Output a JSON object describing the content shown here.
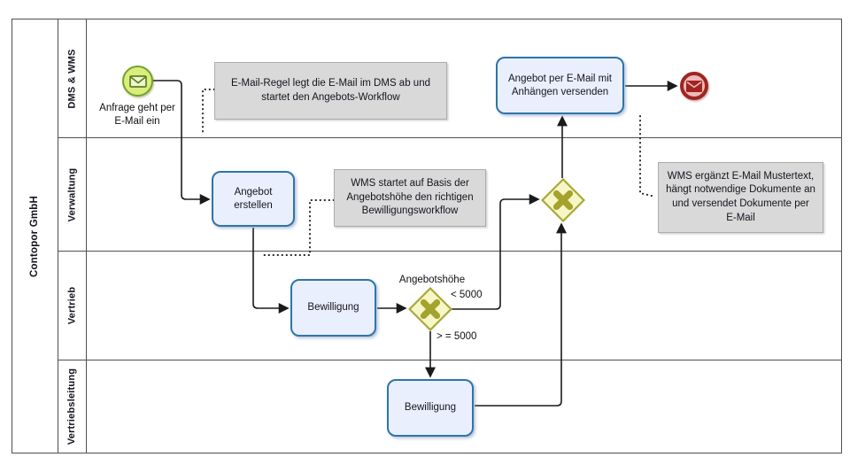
{
  "pool": {
    "title": "Contopor GmbH"
  },
  "lanes": [
    {
      "label": "DMS & WMS"
    },
    {
      "label": "Verwaltung"
    },
    {
      "label": "Vertrieb"
    },
    {
      "label": "Vertriebsleitung"
    }
  ],
  "nodes": {
    "start_event": {
      "type": "message-start-event",
      "label": "Anfrage geht per E-Mail ein"
    },
    "end_event": {
      "type": "message-end-event"
    },
    "task_angebot_erstellen": {
      "label": "Angebot erstellen"
    },
    "task_bewilligung_vertrieb": {
      "label": "Bewilligung"
    },
    "task_bewilligung_leitung": {
      "label": "Bewilligung"
    },
    "task_angebot_versenden": {
      "label": "Angebot per E-Mail mit Anhängen versenden"
    },
    "gateway_split": {
      "type": "exclusive-gateway",
      "question": "Angebotshöhe"
    },
    "gateway_merge": {
      "type": "exclusive-gateway"
    }
  },
  "flow_labels": {
    "low_branch": "< 5000",
    "high_branch": "> =  5000"
  },
  "annotations": [
    {
      "text": "E-Mail-Regel legt die E-Mail im DMS ab und startet den Angebots-Workflow"
    },
    {
      "text": "WMS startet auf Basis der Angebotshöhe den richtigen Bewilligungsworkflow"
    },
    {
      "text": "WMS ergänzt E-Mail Mustertext, hängt notwendige Dokumente an und versendet Dokumente per E-Mail"
    }
  ],
  "colors": {
    "task_border": "#2e75a8",
    "task_fill": "#e9effc",
    "start_event_border": "#76a227",
    "start_event_fill": "#d9ee7f",
    "end_event_color": "#a12421",
    "end_event_fill": "#ecbaba",
    "gateway_border": "#a8a83a",
    "gateway_fill": "#f6f6c6",
    "gateway_marker": "#a3a32d",
    "annotation_fill": "#d9d9d9",
    "line": "#1a1a1a"
  }
}
